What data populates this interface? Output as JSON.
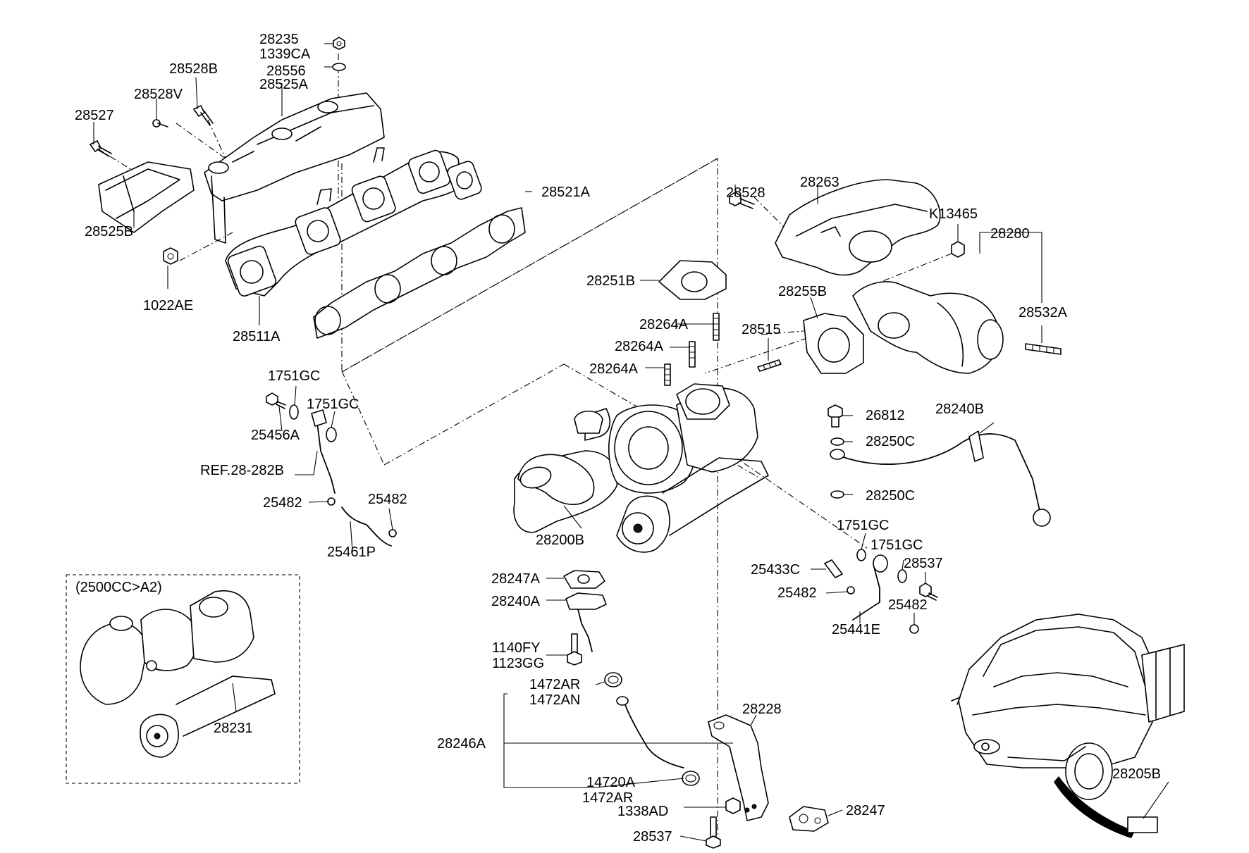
{
  "diagram": {
    "variant_label": "(2500CC>A2)",
    "labels": [
      {
        "id": "28235",
        "text": "28235"
      },
      {
        "id": "1339CA",
        "text": "1339CA"
      },
      {
        "id": "28556",
        "text": "28556"
      },
      {
        "id": "28528B",
        "text": "28528B"
      },
      {
        "id": "28525A",
        "text": "28525A"
      },
      {
        "id": "28528V",
        "text": "28528V"
      },
      {
        "id": "28527",
        "text": "28527"
      },
      {
        "id": "28521A",
        "text": "28521A"
      },
      {
        "id": "28525B",
        "text": "28525B"
      },
      {
        "id": "1022AE",
        "text": "1022AE"
      },
      {
        "id": "28511A",
        "text": "28511A"
      },
      {
        "id": "28528",
        "text": "28528"
      },
      {
        "id": "28263",
        "text": "28263"
      },
      {
        "id": "K13465",
        "text": "K13465"
      },
      {
        "id": "28280",
        "text": "28280"
      },
      {
        "id": "28251B",
        "text": "28251B"
      },
      {
        "id": "28255B",
        "text": "28255B"
      },
      {
        "id": "28532A",
        "text": "28532A"
      },
      {
        "id": "28264A_1",
        "text": "28264A"
      },
      {
        "id": "28515",
        "text": "28515"
      },
      {
        "id": "28264A_2",
        "text": "28264A"
      },
      {
        "id": "28264A_3",
        "text": "28264A"
      },
      {
        "id": "1751GC_1",
        "text": "1751GC"
      },
      {
        "id": "1751GC_2",
        "text": "1751GC"
      },
      {
        "id": "25456A",
        "text": "25456A"
      },
      {
        "id": "REF",
        "text": "REF.28-282B"
      },
      {
        "id": "25482_1",
        "text": "25482"
      },
      {
        "id": "25482_2",
        "text": "25482"
      },
      {
        "id": "25461P",
        "text": "25461P"
      },
      {
        "id": "26812",
        "text": "26812"
      },
      {
        "id": "28240B",
        "text": "28240B"
      },
      {
        "id": "28250C_1",
        "text": "28250C"
      },
      {
        "id": "28250C_2",
        "text": "28250C"
      },
      {
        "id": "28200B",
        "text": "28200B"
      },
      {
        "id": "1751GC_3",
        "text": "1751GC"
      },
      {
        "id": "1751GC_4",
        "text": "1751GC"
      },
      {
        "id": "25433C",
        "text": "25433C"
      },
      {
        "id": "28537_1",
        "text": "28537"
      },
      {
        "id": "25482_3",
        "text": "25482"
      },
      {
        "id": "25482_4",
        "text": "25482"
      },
      {
        "id": "25441E",
        "text": "25441E"
      },
      {
        "id": "28247A",
        "text": "28247A"
      },
      {
        "id": "28240A",
        "text": "28240A"
      },
      {
        "id": "1140FY",
        "text": "1140FY"
      },
      {
        "id": "1123GG",
        "text": "1123GG"
      },
      {
        "id": "1472AR_1",
        "text": "1472AR"
      },
      {
        "id": "1472AN",
        "text": "1472AN"
      },
      {
        "id": "28231",
        "text": "28231"
      },
      {
        "id": "28228",
        "text": "28228"
      },
      {
        "id": "28246A",
        "text": "28246A"
      },
      {
        "id": "14720A",
        "text": "14720A"
      },
      {
        "id": "1472AR_2",
        "text": "1472AR"
      },
      {
        "id": "1338AD",
        "text": "1338AD"
      },
      {
        "id": "28247",
        "text": "28247"
      },
      {
        "id": "28537_2",
        "text": "28537"
      },
      {
        "id": "28205B",
        "text": "28205B"
      }
    ]
  }
}
